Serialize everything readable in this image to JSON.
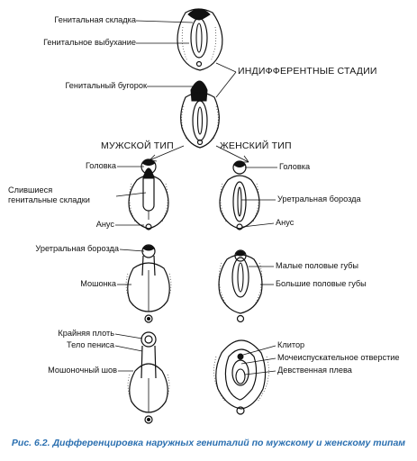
{
  "labels": {
    "genital_fold": "Генитальная складка",
    "genital_swelling": "Генитальное выбухание",
    "indifferent_stages": "ИНДИФФЕРЕНТНЫЕ СТАДИИ",
    "genital_tubercle": "Генитальный бугорок",
    "male_type": "МУЖСКОЙ ТИП",
    "female_type": "ЖЕНСКИЙ ТИП",
    "male_head": "Головка",
    "fused_folds_line1": "Слившиеся",
    "fused_folds_line2": "генитальные складки",
    "male_anus": "Анус",
    "male_urethral_groove": "Уретральная борозда",
    "scrotum": "Мошонка",
    "foreskin": "Крайняя плоть",
    "penis_body": "Тело пениса",
    "scrotal_raphe": "Мошоночный шов",
    "female_head": "Головка",
    "female_urethral_groove": "Уретральная борозда",
    "female_anus": "Анус",
    "labia_minora": "Малые половые губы",
    "labia_majora": "Большие половые губы",
    "clitoris": "Клитор",
    "urethral_opening": "Мочеиспускательное отверстие",
    "hymen": "Девственная плева"
  },
  "caption": "Рис. 6.2. Дифференцировка наружных гениталий по мужскому и женскому типам"
}
